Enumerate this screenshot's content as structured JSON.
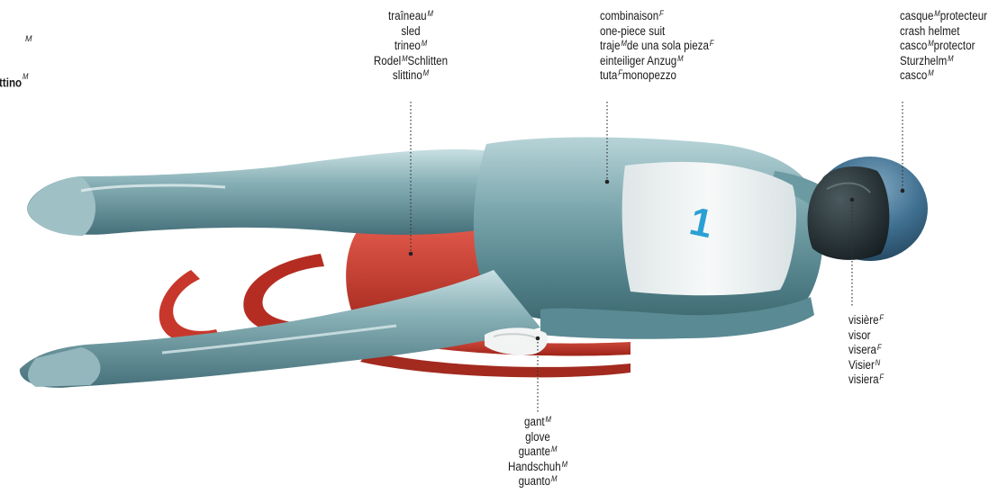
{
  "labels": {
    "sled": {
      "lines": [
        {
          "text": "traîneau",
          "g": "M"
        },
        {
          "text": "sled",
          "g": ""
        },
        {
          "text": "trineo",
          "g": "M"
        },
        {
          "text": "Rodel",
          "g": "M",
          "rest": "Schlitten"
        },
        {
          "text": "slittino",
          "g": "M"
        }
      ]
    },
    "suit": {
      "lines": [
        {
          "text": "combinaison",
          "g": "F"
        },
        {
          "text": "one-piece suit",
          "g": ""
        },
        {
          "text": "traje",
          "g": "M",
          "rest": "de una sola pieza",
          "g2": "F"
        },
        {
          "text": "einteiliger Anzug",
          "g": "M"
        },
        {
          "text": "tuta",
          "g": "F",
          "rest": "monopezzo"
        }
      ]
    },
    "helmet": {
      "lines": [
        {
          "text": "casque",
          "g": "M",
          "rest": "protecteur"
        },
        {
          "text": "crash helmet",
          "g": ""
        },
        {
          "text": "casco",
          "g": "M",
          "rest": "protector"
        },
        {
          "text": "Sturzhelm",
          "g": "M"
        },
        {
          "text": "casco",
          "g": "M"
        }
      ]
    },
    "visor": {
      "lines": [
        {
          "text": "visière",
          "g": "F"
        },
        {
          "text": "visor",
          "g": ""
        },
        {
          "text": "visera",
          "g": "F"
        },
        {
          "text": "Visier",
          "g": "N"
        },
        {
          "text": "visiera",
          "g": "F"
        }
      ]
    },
    "glove": {
      "lines": [
        {
          "text": "gant",
          "g": "M"
        },
        {
          "text": "glove",
          "g": ""
        },
        {
          "text": "guante",
          "g": "M"
        },
        {
          "text": "Handschuh",
          "g": "M"
        },
        {
          "text": "guanto",
          "g": "M"
        }
      ]
    },
    "cropped_left": {
      "line1_sup": "M",
      "line2": "ttino",
      "line2_sup": "M"
    }
  },
  "bib_number": "1",
  "colors": {
    "suit": "#5f8f97",
    "suit_light": "#9fc3c8",
    "sled": "#c8372b",
    "bib": "#f1f4f4",
    "bib_number": "#2aa0d4",
    "helmet": "#3d6e8e",
    "visor": "#1f2a2e"
  }
}
